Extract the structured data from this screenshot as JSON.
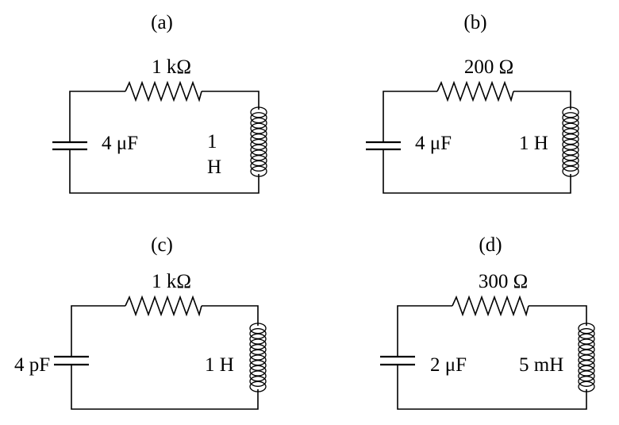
{
  "circuits": {
    "a": {
      "label": "(a)",
      "resistor": "1 kΩ",
      "capacitor": "4 μF",
      "inductor_line1": "1",
      "inductor_line2": "H"
    },
    "b": {
      "label": "(b)",
      "resistor": "200 Ω",
      "capacitor": "4 μF",
      "inductor": "1 H"
    },
    "c": {
      "label": "(c)",
      "resistor": "1 kΩ",
      "capacitor": "4 pF",
      "inductor": "1 H"
    },
    "d": {
      "label": "(d)",
      "resistor": "300 Ω",
      "capacitor": "2 μF",
      "inductor": "5 mH"
    }
  }
}
